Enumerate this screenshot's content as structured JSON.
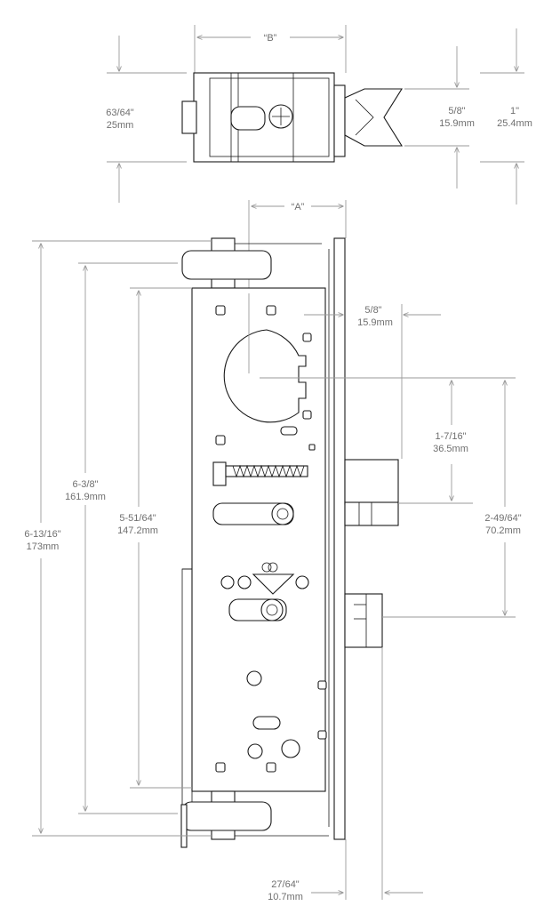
{
  "colors": {
    "ink": "#1a1a1a",
    "dimension_text": "#6f6f6f",
    "dimension_line": "#9a9a9a",
    "background": "#ffffff"
  },
  "top_view": {
    "width_label": "“B”",
    "height_inch": "63/64\"",
    "height_mm": "25mm",
    "latch_inch": "5/8\"",
    "latch_mm": "15.9mm",
    "overall_inch": "1\"",
    "overall_mm": "25.4mm"
  },
  "front_view": {
    "backset_label": "“A”",
    "faceplate_gap_inch": "5/8\"",
    "faceplate_gap_mm": "15.9mm",
    "hub_to_bolt_inch": "1-7/16\"",
    "hub_to_bolt_mm": "36.5mm",
    "hub_to_latch_inch": "2-49/64\"",
    "hub_to_latch_mm": "70.2mm",
    "case_height_inch": "5-51/64\"",
    "case_height_mm": "147.2mm",
    "mount_spacing_inch": "6-3/8\"",
    "mount_spacing_mm": "161.9mm",
    "overall_height_inch": "6-13/16\"",
    "overall_height_mm": "173mm",
    "faceplate_thickness_inch": "27/64\"",
    "faceplate_thickness_mm": "10.7mm"
  }
}
